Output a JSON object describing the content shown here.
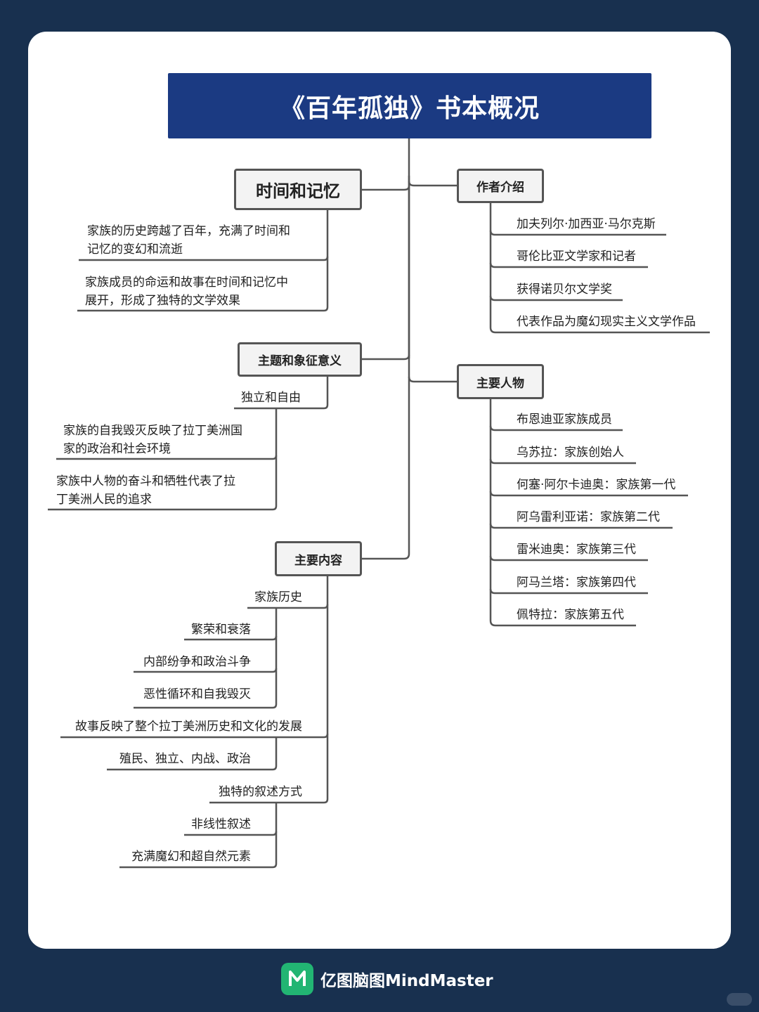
{
  "title": "《百年孤独》书本概况",
  "branches": {
    "time_memory": {
      "label": "时间和记忆",
      "items": [
        [
          "家族的历史跨越了百年，充满了时间和",
          "记忆的变幻和流逝"
        ],
        [
          "家族成员的命运和故事在时间和记忆中",
          "展开，形成了独特的文学效果"
        ]
      ]
    },
    "theme": {
      "label": "主题和象征意义",
      "sub": "独立和自由",
      "items": [
        [
          "家族的自我毁灭反映了拉丁美洲国",
          "家的政治和社会环境"
        ],
        [
          "家族中人物的奋斗和牺牲代表了拉",
          "丁美洲人民的追求"
        ]
      ]
    },
    "content": {
      "label": "主要内容",
      "groups": [
        {
          "label": "家族历史",
          "items": [
            "繁荣和衰落",
            "内部纷争和政治斗争",
            "恶性循环和自我毁灭"
          ]
        },
        {
          "label": "故事反映了整个拉丁美洲历史和文化的发展",
          "items": [
            "殖民、独立、内战、政治"
          ]
        },
        {
          "label": "独特的叙述方式",
          "items": [
            "非线性叙述",
            "充满魔幻和超自然元素"
          ]
        }
      ]
    },
    "author": {
      "label": "作者介绍",
      "items": [
        "加夫列尔·加西亚·马尔克斯",
        "哥伦比亚文学家和记者",
        "获得诺贝尔文学奖",
        "代表作品为魔幻现实主义文学作品"
      ]
    },
    "characters": {
      "label": "主要人物",
      "items": [
        "布恩迪亚家族成员",
        "乌苏拉：家族创始人",
        "何塞·阿尔卡迪奥：家族第一代",
        "阿乌雷利亚诺：家族第二代",
        "雷米迪奥：家族第三代",
        "阿马兰塔：家族第四代",
        "佩特拉：家族第五代"
      ]
    }
  },
  "brand": {
    "name": "亿图脑图MindMaster"
  },
  "colors": {
    "background": "#18304f",
    "title_bg": "#1b3a82",
    "logo": "#22b573",
    "line": "#555555"
  }
}
